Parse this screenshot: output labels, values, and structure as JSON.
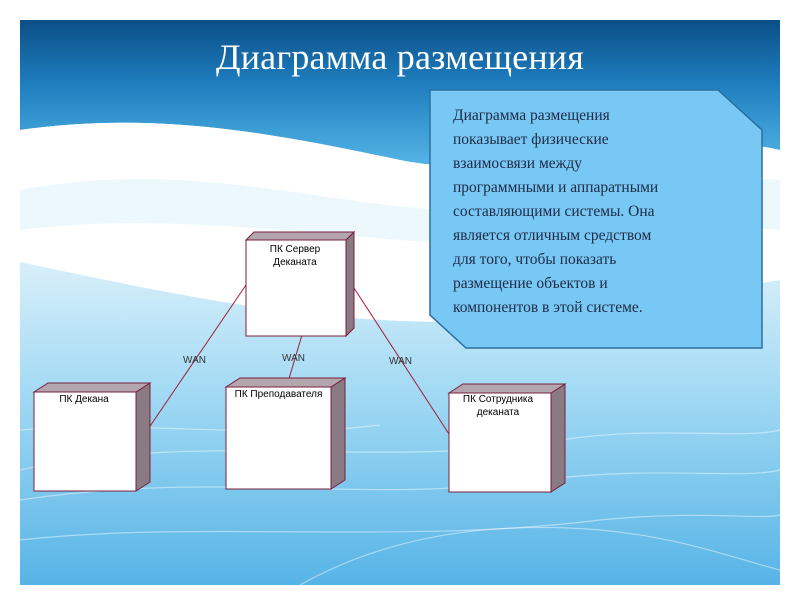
{
  "slide": {
    "title": "Диаграмма размещения",
    "colors": {
      "sky_top": "#0d5c96",
      "sky_mid": "#3aa3dd",
      "water": "#8fd1f3",
      "callout_fill": "#78c8f5",
      "callout_stroke": "#2b6f9e",
      "node_side": "#8a7a84",
      "node_stroke": "#7a1f3a",
      "connector": "#a01e3c"
    }
  },
  "diagram": {
    "nodes": [
      {
        "id": "server",
        "label_lines": [
          "ПК Сервер",
          "Деканата"
        ]
      },
      {
        "id": "dean",
        "label_lines": [
          "ПК Декана"
        ]
      },
      {
        "id": "teacher",
        "label_lines": [
          "ПК Преподавателя"
        ]
      },
      {
        "id": "staff",
        "label_lines": [
          "ПК Сотрудника",
          "деканата"
        ]
      }
    ],
    "connections": [
      {
        "from": "server",
        "to": "dean",
        "label": "WAN"
      },
      {
        "from": "server",
        "to": "teacher",
        "label": "WAN"
      },
      {
        "from": "server",
        "to": "staff",
        "label": "WAN"
      }
    ]
  },
  "callout": {
    "lines": [
      "Диаграмма размещения",
      "показывает физические",
      "взаимосвязи между",
      "программными и аппаратными",
      "составляющими системы. Она",
      "является отличным средством",
      "для того, чтобы показать",
      "размещение объектов и",
      "компонентов в этой системе."
    ]
  }
}
